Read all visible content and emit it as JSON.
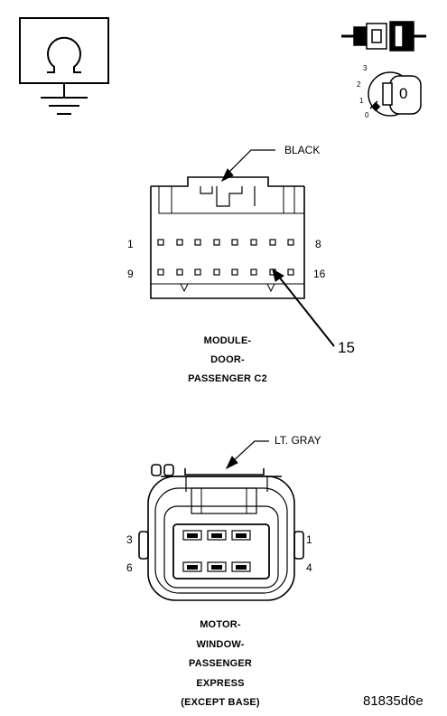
{
  "key_positions": [
    "3",
    "2",
    "1",
    "0"
  ],
  "key_label": "0",
  "connector_c2": {
    "color_label": "BLACK",
    "pin_first_top": "1",
    "pin_last_top": "8",
    "pin_first_bottom": "9",
    "pin_last_bottom": "16",
    "callout_pin": "15",
    "title_lines": [
      "MODULE-",
      "DOOR-",
      "PASSENGER C2"
    ]
  },
  "connector_motor": {
    "color_label": "LT. GRAY",
    "pin_top_left": "3",
    "pin_top_right": "1",
    "pin_bottom_left": "6",
    "pin_bottom_right": "4",
    "title_lines": [
      "MOTOR-",
      "WINDOW-",
      "PASSENGER",
      "EXPRESS",
      "(EXCEPT BASE)"
    ]
  },
  "figure_code": "81835d6e"
}
